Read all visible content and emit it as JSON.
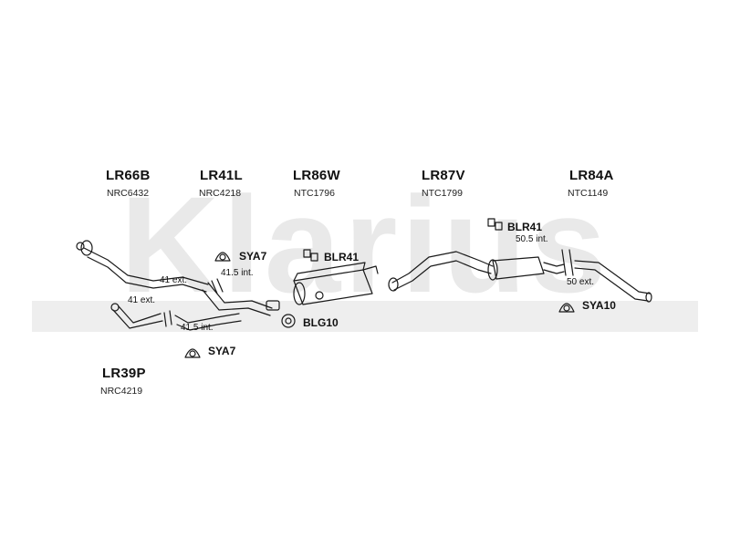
{
  "watermark": {
    "text": "Klarius",
    "color": "#e9e9e9"
  },
  "parts": [
    {
      "code": "LR66B",
      "oem": "NRC6432"
    },
    {
      "code": "LR41L",
      "oem": "NRC4218"
    },
    {
      "code": "LR86W",
      "oem": "NTC1796"
    },
    {
      "code": "LR87V",
      "oem": "NTC1799"
    },
    {
      "code": "LR84A",
      "oem": "NTC1149"
    },
    {
      "code": "LR39P",
      "oem": "NRC4219"
    }
  ],
  "accessories": {
    "sya7_top": "SYA7",
    "sya7_bottom": "SYA7",
    "blr41_mid": "BLR41",
    "blr41_right": "BLR41",
    "blg10": "BLG10",
    "sya10": "SYA10"
  },
  "measurements": {
    "ext_41_top": "41 ext.",
    "int_415_top": "41.5 int.",
    "ext_41_bottom": "41 ext.",
    "int_415_bottom": "41.5 int.",
    "int_505": "50.5 int.",
    "ext_50": "50 ext."
  },
  "colors": {
    "line": "#1a1a1a",
    "pipe_fill": "#ffffff",
    "band": "#eeeeee"
  }
}
